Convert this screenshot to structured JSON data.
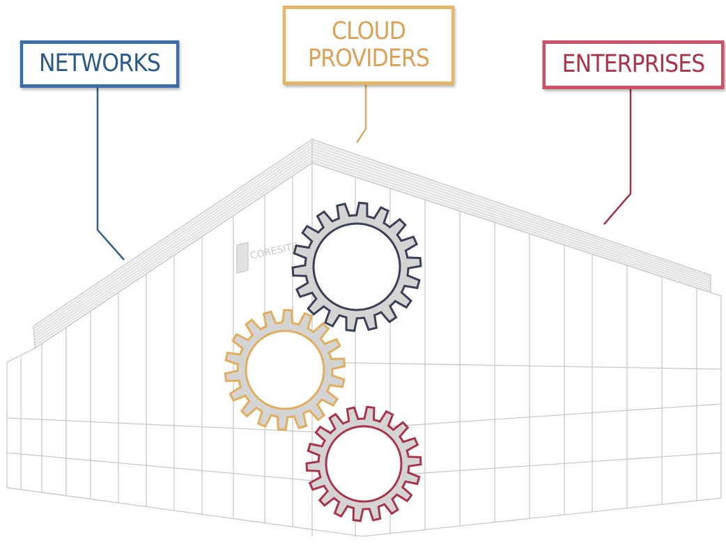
{
  "labels": {
    "networks": {
      "text": "NETWORKS",
      "color": "#3b6ea8",
      "text_color": "#2b5a88",
      "line_color": "#35618f"
    },
    "cloud_providers": {
      "line1": "CLOUD",
      "line2": "PROVIDERS",
      "color": "#e3b66a",
      "text_color": "#d9a257",
      "line_color": "#d9a96a"
    },
    "enterprises": {
      "text": "ENTERPRISES",
      "color": "#cc5066",
      "text_color": "#a8344a",
      "line_color": "#9e3045"
    }
  },
  "building": {
    "sign": "CORESITE",
    "line_color": "#c8c8c8"
  },
  "gears": [
    {
      "name": "gear-navy",
      "color": "#3a3f55",
      "fill": "#d4d4d4"
    },
    {
      "name": "gear-gold",
      "color": "#e0ae5e",
      "fill": "#d4d4d4"
    },
    {
      "name": "gear-red",
      "color": "#a8344a",
      "fill": "#d4d4d4"
    }
  ]
}
